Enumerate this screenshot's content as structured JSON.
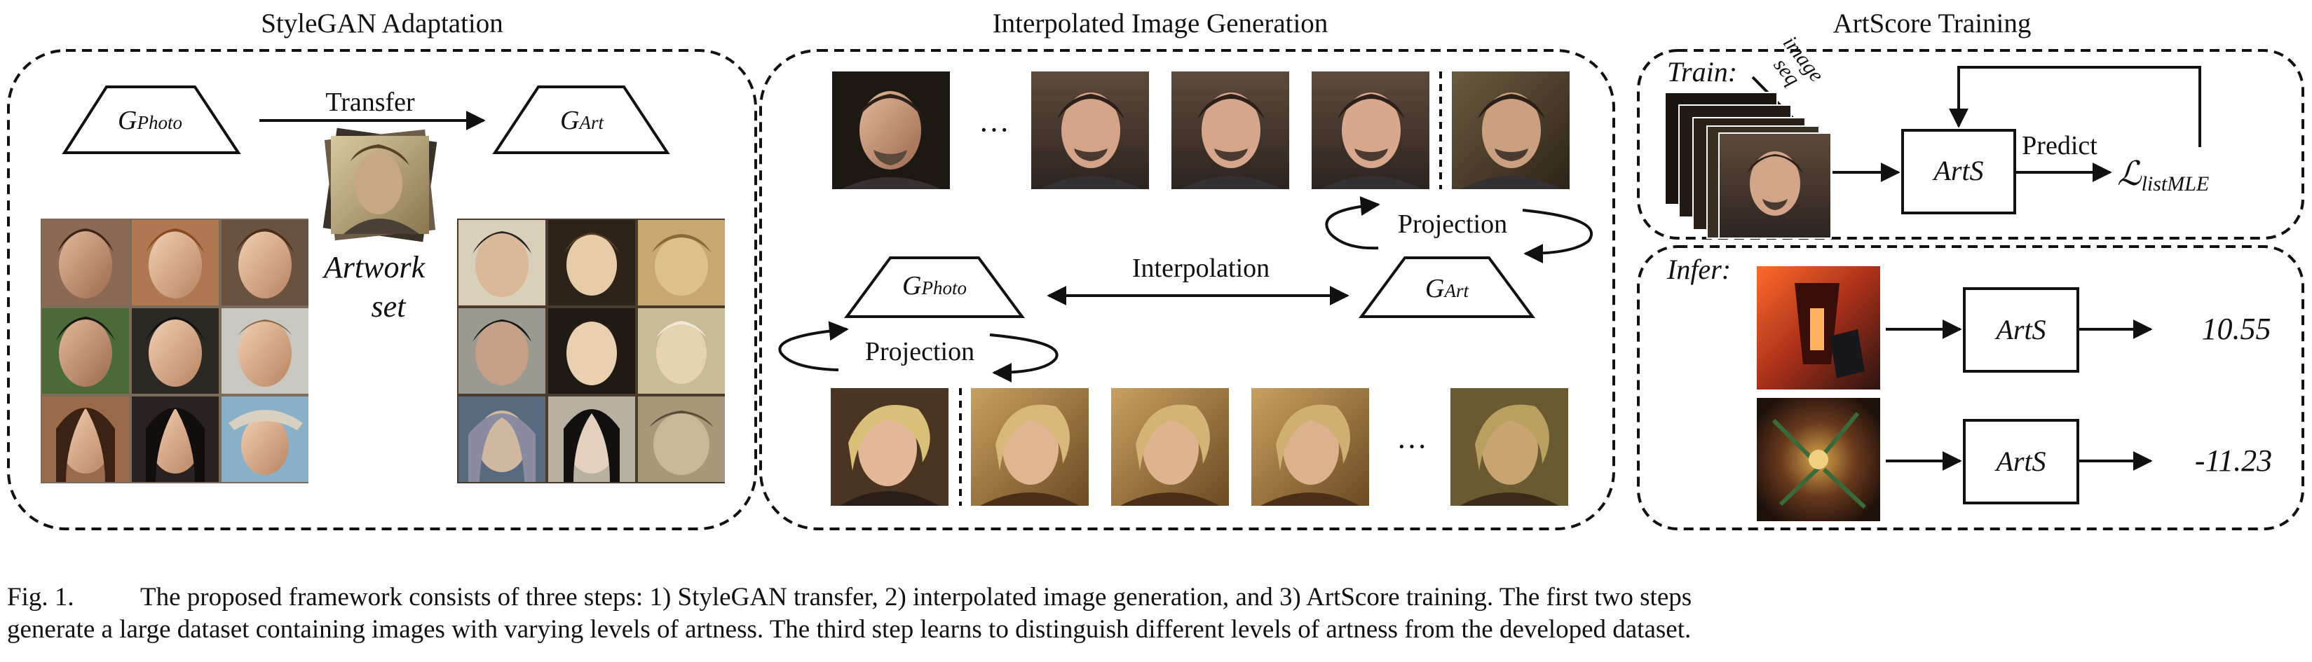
{
  "panels": {
    "adaptation": {
      "title": "StyleGAN Adaptation",
      "g_photo": {
        "base": "G",
        "sub": "Photo"
      },
      "g_art": {
        "base": "G",
        "sub": "Art"
      },
      "transfer_label": "Transfer",
      "artwork_label_1": "Artwork",
      "artwork_label_2": "set"
    },
    "interpolation": {
      "title": "Interpolated Image Generation",
      "ellipsis_top": "···",
      "ellipsis_bottom": "···",
      "projection_top": "Projection",
      "projection_bottom": "Projection",
      "interpolation_label": "Interpolation",
      "g_photo": {
        "base": "G",
        "sub": "Photo"
      },
      "g_art": {
        "base": "G",
        "sub": "Art"
      }
    },
    "artscore": {
      "title": "ArtScore Training",
      "train_label": "Train:",
      "image_seq_line1": "image",
      "image_seq_line2": "seq",
      "arts_label": "ArtS",
      "predict_label": "Predict",
      "loss_base": "ℒ",
      "loss_sub": "listMLE",
      "infer_label": "Infer:",
      "score_1": "10.55",
      "score_2": "-11.23"
    }
  },
  "caption": {
    "fig_no": "Fig. 1.",
    "line1": "The proposed framework consists of three steps: 1) StyleGAN transfer, 2) interpolated image generation, and 3) ArtScore training. The first two steps",
    "line2": "generate a large dataset containing images with varying levels of artness. The third step learns to distinguish different levels of artness from the developed dataset."
  }
}
